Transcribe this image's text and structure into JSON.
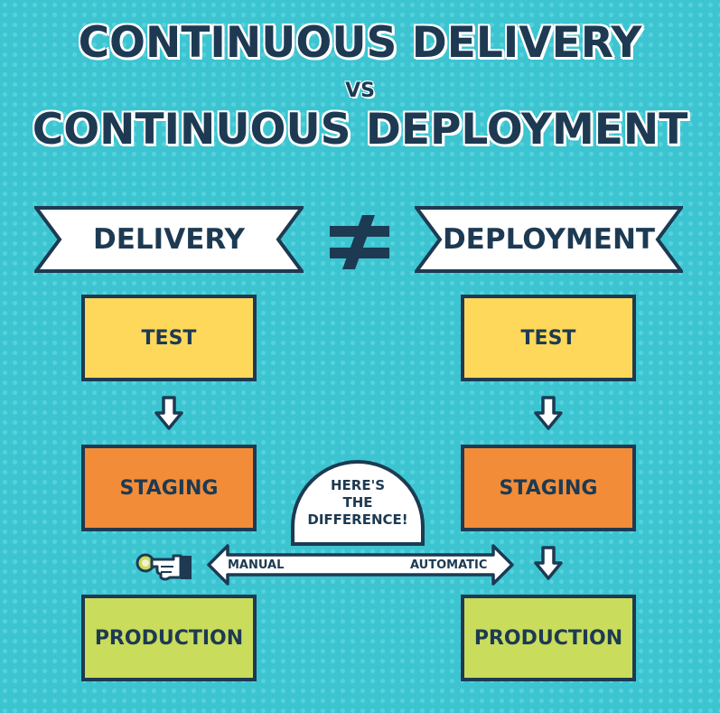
{
  "title": {
    "line1": "CONTINUOUS DELIVERY",
    "vs": "VS",
    "line2": "CONTINUOUS DEPLOYMENT"
  },
  "banners": {
    "left": "DELIVERY",
    "right": "DEPLOYMENT"
  },
  "not_equal_symbol": "≠",
  "left_flow": {
    "test": "TEST",
    "staging": "STAGING",
    "production": "PRODUCTION"
  },
  "right_flow": {
    "test": "TEST",
    "staging": "STAGING",
    "production": "PRODUCTION"
  },
  "difference_callout": {
    "line1": "HERE'S",
    "line2": "THE",
    "line3": "DIFFERENCE!"
  },
  "spectrum": {
    "left_label": "MANUAL",
    "right_label": "AUTOMATIC"
  },
  "icons": [
    "hand-pointer-icon",
    "down-arrow-icon",
    "double-arrow-icon",
    "not-equal-icon"
  ],
  "colors": {
    "background": "#3cc4d1",
    "navy": "#1d3a52",
    "test": "#fdd85a",
    "staging": "#f28c38",
    "production": "#c9dc5c"
  }
}
